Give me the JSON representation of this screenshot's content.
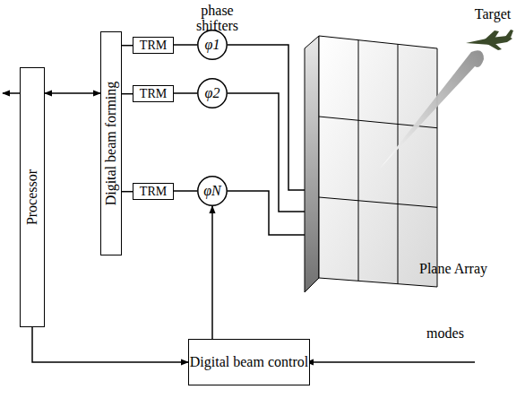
{
  "diagram": {
    "nodes": [
      {
        "text": [
          "Processor"
        ]
      },
      {
        "text": [
          "Digital beam forming"
        ]
      },
      {
        "text": [
          "TRM"
        ]
      },
      {
        "text": [
          "TRM"
        ]
      },
      {
        "text": [
          "TRM"
        ]
      },
      {
        "text": [
          "φ1"
        ]
      },
      {
        "text": [
          "φ2"
        ]
      },
      {
        "text": [
          "φN"
        ]
      },
      {
        "text": [
          "Digital beam control"
        ]
      },
      {
        "text": [
          "Plane Array"
        ]
      }
    ],
    "edges": [
      {
        "from": 0,
        "to": 1,
        "arrow": "both"
      },
      {
        "from": 1,
        "to": 2,
        "arrow": "none"
      },
      {
        "from": 1,
        "to": 3,
        "arrow": "none"
      },
      {
        "from": 1,
        "to": 4,
        "arrow": "none"
      },
      {
        "from": 2,
        "to": 5,
        "arrow": "none"
      },
      {
        "from": 3,
        "to": 6,
        "arrow": "none"
      },
      {
        "from": 4,
        "to": 7,
        "arrow": "none"
      },
      {
        "from": 5,
        "to": 9,
        "arrow": "none"
      },
      {
        "from": 6,
        "to": 9,
        "arrow": "none"
      },
      {
        "from": 7,
        "to": 9,
        "arrow": "none"
      },
      {
        "from": 0,
        "to": 8,
        "arrow": "to"
      },
      {
        "from": 8,
        "to": 7,
        "arrow": "to"
      }
    ],
    "labels": [
      "phase shifters",
      "Target",
      "modes"
    ]
  }
}
